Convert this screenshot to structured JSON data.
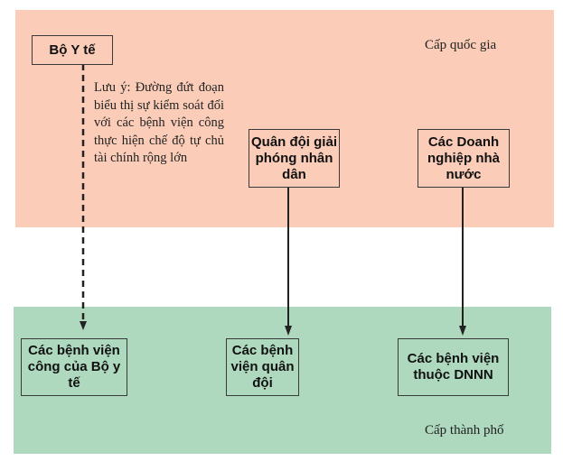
{
  "levels": {
    "national": "Cấp quốc gia",
    "city": "Cấp thành phố"
  },
  "top_nodes": {
    "moh": "Bộ Y tế",
    "army": "Quân đội giải phóng nhân dân",
    "soe": "Các Doanh nghiệp nhà nước"
  },
  "note": "Lưu ý: Đường đứt đoạn biểu thị sự kiểm soát đối với các bệnh viện công thực hiện chế độ tự chủ tài chính rộng lớn",
  "bottom_nodes": {
    "moh_hospitals": "Các bệnh viện công của Bộ y tế",
    "army_hospitals": "Các bệnh viện quân đội",
    "soe_hospitals": "Các bệnh viện thuộc DNNN"
  },
  "colors": {
    "national": "#fbcdb9",
    "city": "#aed9be"
  }
}
